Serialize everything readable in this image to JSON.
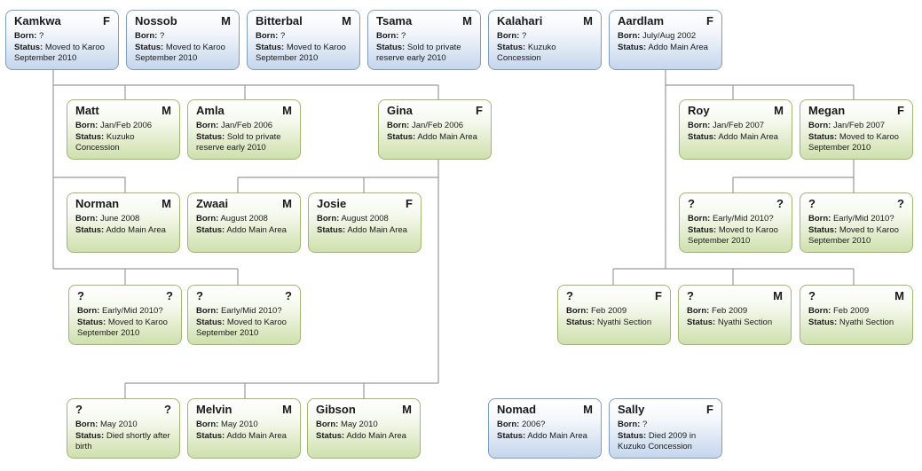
{
  "labels": {
    "born": "Born:",
    "status": "Status:"
  },
  "colors": {
    "blue_border": "#7f9cc4",
    "green_border": "#9fb86e",
    "line": "#9a9a9a"
  },
  "cards": [
    {
      "id": "kamkwa",
      "name": "Kamkwa",
      "sex": "F",
      "born": "?",
      "status": "Moved to Karoo September 2010",
      "style": "blue"
    },
    {
      "id": "nossob",
      "name": "Nossob",
      "sex": "M",
      "born": "?",
      "status": "Moved to Karoo September 2010",
      "style": "blue"
    },
    {
      "id": "bitterbal",
      "name": "Bitterbal",
      "sex": "M",
      "born": "?",
      "status": "Moved to Karoo September 2010",
      "style": "blue"
    },
    {
      "id": "tsama",
      "name": "Tsama",
      "sex": "M",
      "born": "?",
      "status": "Sold to private reserve early 2010",
      "style": "blue"
    },
    {
      "id": "kalahari",
      "name": "Kalahari",
      "sex": "M",
      "born": "?",
      "status": "Kuzuko Concession",
      "style": "blue"
    },
    {
      "id": "aardlam",
      "name": "Aardlam",
      "sex": "F",
      "born": "July/Aug 2002",
      "status": "Addo Main Area",
      "style": "blue"
    },
    {
      "id": "matt",
      "name": "Matt",
      "sex": "M",
      "born": "Jan/Feb 2006",
      "status": "Kuzuko Concession",
      "style": "green"
    },
    {
      "id": "amla",
      "name": "Amla",
      "sex": "M",
      "born": "Jan/Feb 2006",
      "status": "Sold to private reserve early 2010",
      "style": "green"
    },
    {
      "id": "gina",
      "name": "Gina",
      "sex": "F",
      "born": "Jan/Feb 2006",
      "status": "Addo Main Area",
      "style": "green"
    },
    {
      "id": "roy",
      "name": "Roy",
      "sex": "M",
      "born": "Jan/Feb 2007",
      "status": "Addo Main Area",
      "style": "green"
    },
    {
      "id": "megan",
      "name": "Megan",
      "sex": "F",
      "born": "Jan/Feb 2007",
      "status": "Moved to Karoo September 2010",
      "style": "green"
    },
    {
      "id": "norman",
      "name": "Norman",
      "sex": "M",
      "born": "June 2008",
      "status": "Addo Main Area",
      "style": "green"
    },
    {
      "id": "zwaai",
      "name": "Zwaai",
      "sex": "M",
      "born": "August 2008",
      "status": "Addo Main Area",
      "style": "green"
    },
    {
      "id": "josie",
      "name": "Josie",
      "sex": "F",
      "born": "August 2008",
      "status": "Addo Main Area",
      "style": "green"
    },
    {
      "id": "megan-cub-1",
      "name": "?",
      "sex": "?",
      "born": "Early/Mid 2010?",
      "status": "Moved to Karoo September 2010",
      "style": "green"
    },
    {
      "id": "megan-cub-2",
      "name": "?",
      "sex": "?",
      "born": "Early/Mid 2010?",
      "status": "Moved to Karoo September 2010",
      "style": "green"
    },
    {
      "id": "norman-cub-1",
      "name": "?",
      "sex": "?",
      "born": "Early/Mid 2010?",
      "status": "Moved to Karoo September 2010",
      "style": "green"
    },
    {
      "id": "norman-cub-2",
      "name": "?",
      "sex": "?",
      "born": "Early/Mid 2010?",
      "status": "Moved to Karoo September 2010",
      "style": "green"
    },
    {
      "id": "aardlam-cub-1",
      "name": "?",
      "sex": "F",
      "born": "Feb 2009",
      "status": "Nyathi Section",
      "style": "green"
    },
    {
      "id": "aardlam-cub-2",
      "name": "?",
      "sex": "M",
      "born": "Feb 2009",
      "status": "Nyathi Section",
      "style": "green"
    },
    {
      "id": "aardlam-cub-3",
      "name": "?",
      "sex": "M",
      "born": "Feb 2009",
      "status": "Nyathi Section",
      "style": "green"
    },
    {
      "id": "gina-cub",
      "name": "?",
      "sex": "?",
      "born": "May 2010",
      "status": "Died shortly after birth",
      "style": "green"
    },
    {
      "id": "melvin",
      "name": "Melvin",
      "sex": "M",
      "born": "May 2010",
      "status": "Addo Main Area",
      "style": "green"
    },
    {
      "id": "gibson",
      "name": "Gibson",
      "sex": "M",
      "born": "May 2010",
      "status": "Addo Main Area",
      "style": "green"
    },
    {
      "id": "nomad",
      "name": "Nomad",
      "sex": "M",
      "born": "2006?",
      "status": "Addo Main Area",
      "style": "blue"
    },
    {
      "id": "sally",
      "name": "Sally",
      "sex": "F",
      "born": "?",
      "status": "Died 2009 in Kuzuko Concession",
      "style": "blue"
    }
  ]
}
